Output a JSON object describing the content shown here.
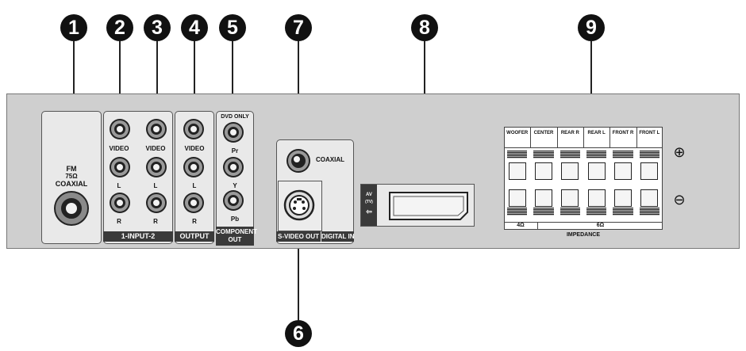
{
  "callouts": [
    "1",
    "2",
    "3",
    "4",
    "5",
    "6",
    "7",
    "8",
    "9"
  ],
  "fm": {
    "line1": "FM",
    "line2": "75Ω",
    "line3": "COAXIAL"
  },
  "input": {
    "label_video_1": "VIDEO",
    "label_video_2": "VIDEO",
    "label_l": "L",
    "label_r": "R",
    "bar": "1-INPUT-2"
  },
  "output": {
    "label_video": "VIDEO",
    "label_l": "L",
    "label_r": "R",
    "bar": "OUTPUT"
  },
  "component": {
    "top": "DVD ONLY",
    "pr": "Pr",
    "y": "Y",
    "pb": "Pb",
    "bar_line1": "COMPONENT",
    "bar_line2": "OUT"
  },
  "digital": {
    "coaxial": "COAXIAL",
    "svideo_bar": "S-VIDEO OUT",
    "digital_bar": "DIGITAL IN"
  },
  "scart": {
    "line1": "AV",
    "line2": "(TV)"
  },
  "speakers": {
    "columns": [
      "WOOFER",
      "CENTER",
      "REAR R",
      "REAR L",
      "FRONT R",
      "FRONT L"
    ],
    "imp_4": "4Ω",
    "imp_6": "6Ω",
    "impedance": "IMPEDANCE",
    "plus": "⊕",
    "minus": "⊖"
  }
}
